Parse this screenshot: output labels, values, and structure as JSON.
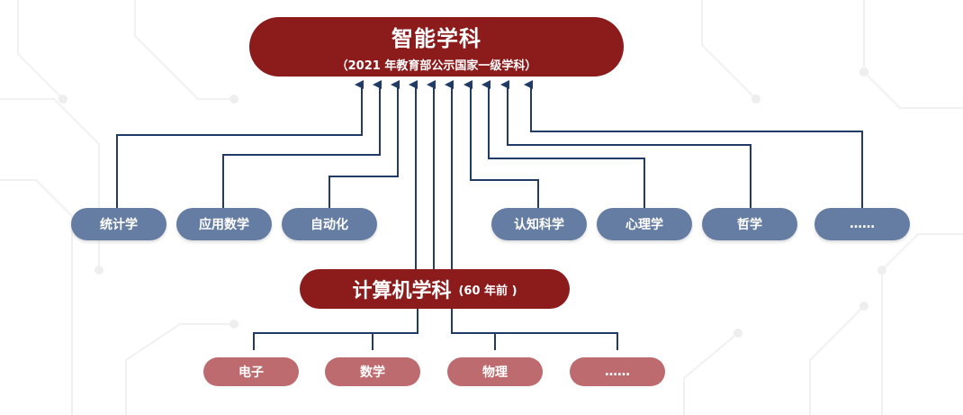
{
  "top_node": {
    "title": "智能学科",
    "subtitle": "（2021 年教育部公示国家一级学科）"
  },
  "contributors": [
    {
      "label": "统计学"
    },
    {
      "label": "应用数学"
    },
    {
      "label": "自动化"
    },
    {
      "label": "认知科学"
    },
    {
      "label": "心理学"
    },
    {
      "label": "哲学"
    },
    {
      "label": "……"
    }
  ],
  "middle_node": {
    "title": "计算机学科",
    "note": "(60 年前 )"
  },
  "foundations": [
    {
      "label": "电子"
    },
    {
      "label": "数学"
    },
    {
      "label": "物理"
    },
    {
      "label": "……"
    }
  ],
  "colors": {
    "primary": "#8c1b1c",
    "contributor": "#667da3",
    "foundation": "#bd6b6e",
    "line": "#1f3b66"
  }
}
